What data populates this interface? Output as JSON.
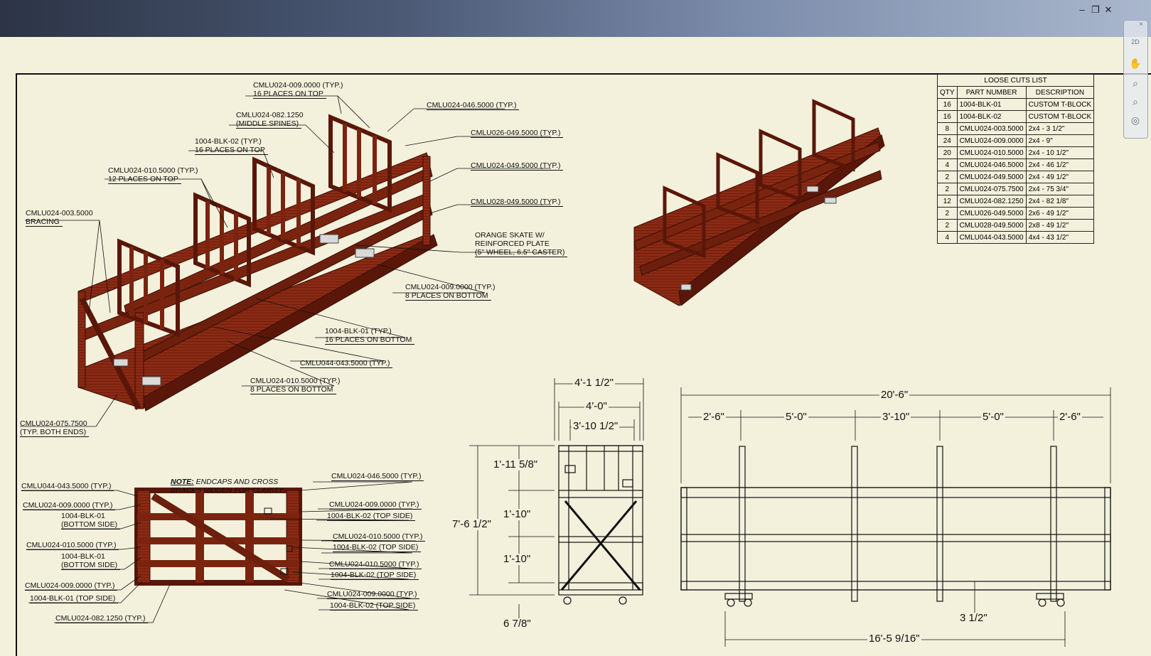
{
  "window": {
    "controls": {
      "minimize": "–",
      "restore": "❐",
      "close": "✕"
    }
  },
  "navbar": {
    "close": "×",
    "tools": [
      "2D",
      "✋",
      "⌕",
      "⌕",
      "◎"
    ]
  },
  "iso_callouts": [
    "CMLU024-009.0000 (TYP.)",
    "16 PLACES ON TOP",
    "CMLU024-082.1250",
    "(MIDDLE SPINES)",
    "1004-BLK-02 (TYP.)",
    "16 PLACES ON TOP",
    "CMLU024-010.5000 (TYP.)",
    "12 PLACES ON TOP",
    "CMLU024-003.5000",
    "BRACING",
    "CMLU024-046.5000 (TYP.)",
    "CMLU026-049.5000 (TYP.)",
    "CMLU024-049.5000 (TYP.)",
    "CMLU028-049.5000 (TYP.)",
    "ORANGE SKATE W/",
    "REINFORCED PLATE",
    "(5\" WHEEL, 6.5\" CASTER)",
    "CMLU024-009.0000 (TYP.)",
    "8 PLACES ON BOTTOM",
    "1004-BLK-01 (TYP.)",
    "16 PLACES ON BOTTOM",
    "CMLU044-043.5000 (TYP.)",
    "CMLU024-010.5000 (TYP.)",
    "8 PLACES ON BOTTOM",
    "CMLU024-075.7500",
    "(TYP. BOTH ENDS)"
  ],
  "top_view_callouts": {
    "note_label": "NOTE:",
    "note_line1": "ENDCAPS AND CROSS",
    "note_line2": "BRACES HIDDEN FOR CLARITY",
    "left": [
      "CMLU044-043.5000 (TYP.)",
      "CMLU024-009.0000 (TYP.)",
      "1004-BLK-01",
      "(BOTTOM SIDE)",
      "CMLU024-010.5000 (TYP.)",
      "1004-BLK-01",
      "(BOTTOM SIDE)",
      "CMLU024-009.0000 (TYP.)",
      "1004-BLK-01 (TOP SIDE)",
      "CMLU024-082.1250 (TYP.)"
    ],
    "right": [
      "CMLU024-046.5000 (TYP.)",
      "CMLU024-009.0000 (TYP.)",
      "1004-BLK-02 (TOP SIDE)",
      "CMLU024-010.5000 (TYP.)",
      "1004-BLK-02 (TOP SIDE)",
      "CMLU024-010.5000 (TYP.)",
      "1004-BLK-02 (TOP SIDE)",
      "CMLU024-009.0000 (TYP.)",
      "1004-BLK-02 (TOP SIDE)"
    ]
  },
  "end_view_dims": [
    "4'-1 1/2\"",
    "4'-0\"",
    "3'-10 1/2\"",
    "1'-11 5/8\"",
    "7'-6 1/2\"",
    "1'-10\"",
    "1'-10\"",
    "6 7/8\""
  ],
  "side_view_dims": [
    "20'-6\"",
    "2'-6\"",
    "5'-0\"",
    "3'-10\"",
    "5'-0\"",
    "2'-6\"",
    "3 1/2\"",
    "16'-5 9/16\""
  ],
  "cuts_list": {
    "title": "LOOSE CUTS LIST",
    "headers": [
      "QTY",
      "PART NUMBER",
      "DESCRIPTION"
    ],
    "rows": [
      [
        "16",
        "1004-BLK-01",
        "CUSTOM T-BLOCK"
      ],
      [
        "16",
        "1004-BLK-02",
        "CUSTOM T-BLOCK"
      ],
      [
        "8",
        "CMLU024-003.5000",
        "2x4 - 3  1/2\""
      ],
      [
        "24",
        "CMLU024-009.0000",
        "2x4 - 9\""
      ],
      [
        "20",
        "CMLU024-010.5000",
        "2x4 - 10  1/2\""
      ],
      [
        "4",
        "CMLU024-046.5000",
        "2x4 - 46  1/2\""
      ],
      [
        "2",
        "CMLU024-049.5000",
        "2x4 - 49  1/2\""
      ],
      [
        "2",
        "CMLU024-075.7500",
        "2x4 - 75  3/4\""
      ],
      [
        "12",
        "CMLU024-082.1250",
        "2x4 - 82  1/8\""
      ],
      [
        "2",
        "CMLU026-049.5000",
        "2x6 - 49  1/2\""
      ],
      [
        "2",
        "CMLU028-049.5000",
        "2x8 - 49  1/2\""
      ],
      [
        "4",
        "CMLU044-043.5000",
        "4x4 - 43  1/2\""
      ]
    ]
  },
  "colors": {
    "lumber": "#8b2a14",
    "lumber_dark": "#4e1408",
    "paper": "#f3f1dc",
    "ink": "#111111"
  }
}
